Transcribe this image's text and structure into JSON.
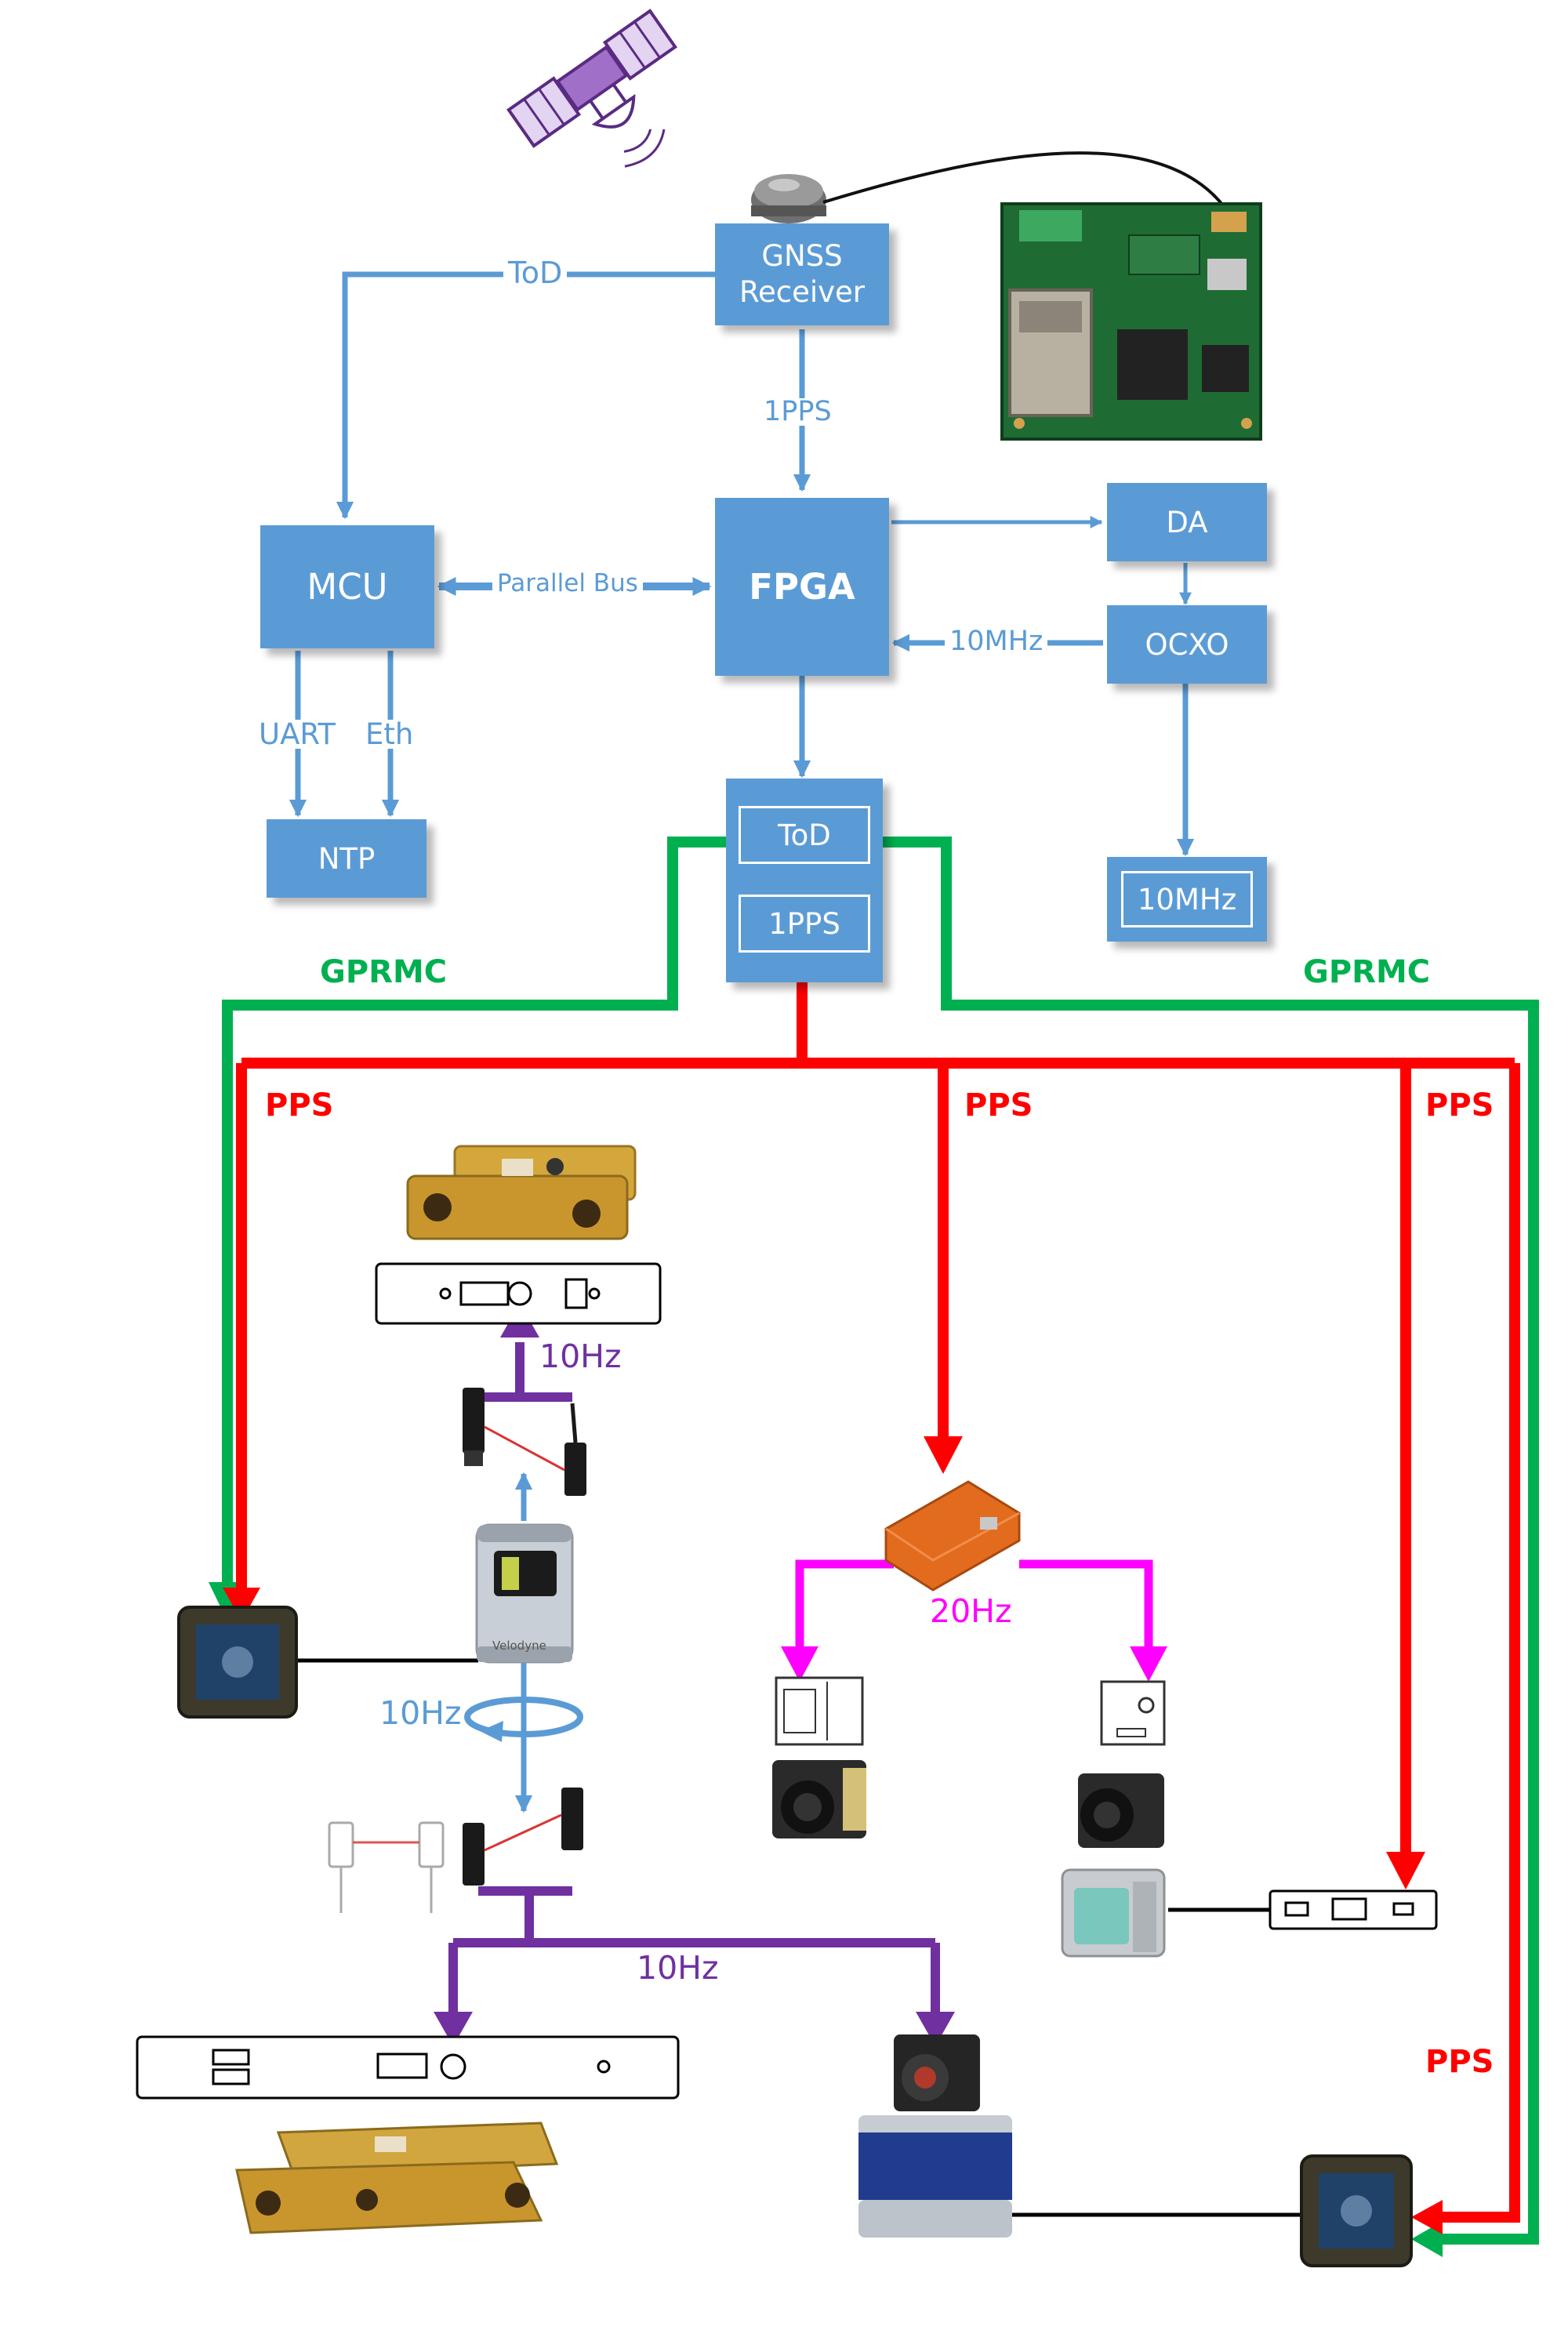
{
  "boxes": {
    "gnss": "GNSS Receiver",
    "mcu": "MCU",
    "fpga": "FPGA",
    "da": "DA",
    "ocxo": "OCXO",
    "ntp": "NTP",
    "output_tod": "ToD",
    "output_1pps": "1PPS",
    "output_10mhz": "10MHz"
  },
  "edges": {
    "gnss_to_mcu": "ToD",
    "gnss_to_fpga": "1PPS",
    "mcu_fpga": "Parallel Bus",
    "ocxo_to_fpga": "10MHz",
    "mcu_uart": "UART",
    "mcu_eth": "Eth",
    "gprmc_left": "GPRMC",
    "gprmc_right": "GPRMC",
    "pps_left": "PPS",
    "pps_center": "PPS",
    "pps_right": "PPS",
    "pps_bottom": "PPS",
    "stereo_top_10hz": "10Hz",
    "lidar_rotation_10hz": "10Hz",
    "bottom_trigger_10hz": "10Hz",
    "imu_camera_20hz": "20Hz"
  },
  "device_labels": {
    "lidar_brand": "Velodyne"
  },
  "colors": {
    "block": "#5b9bd5",
    "gprmc": "#00b050",
    "pps": "#ff0000",
    "trigger_10hz": "#7030a0",
    "trigger_20hz": "#ff00ff"
  }
}
